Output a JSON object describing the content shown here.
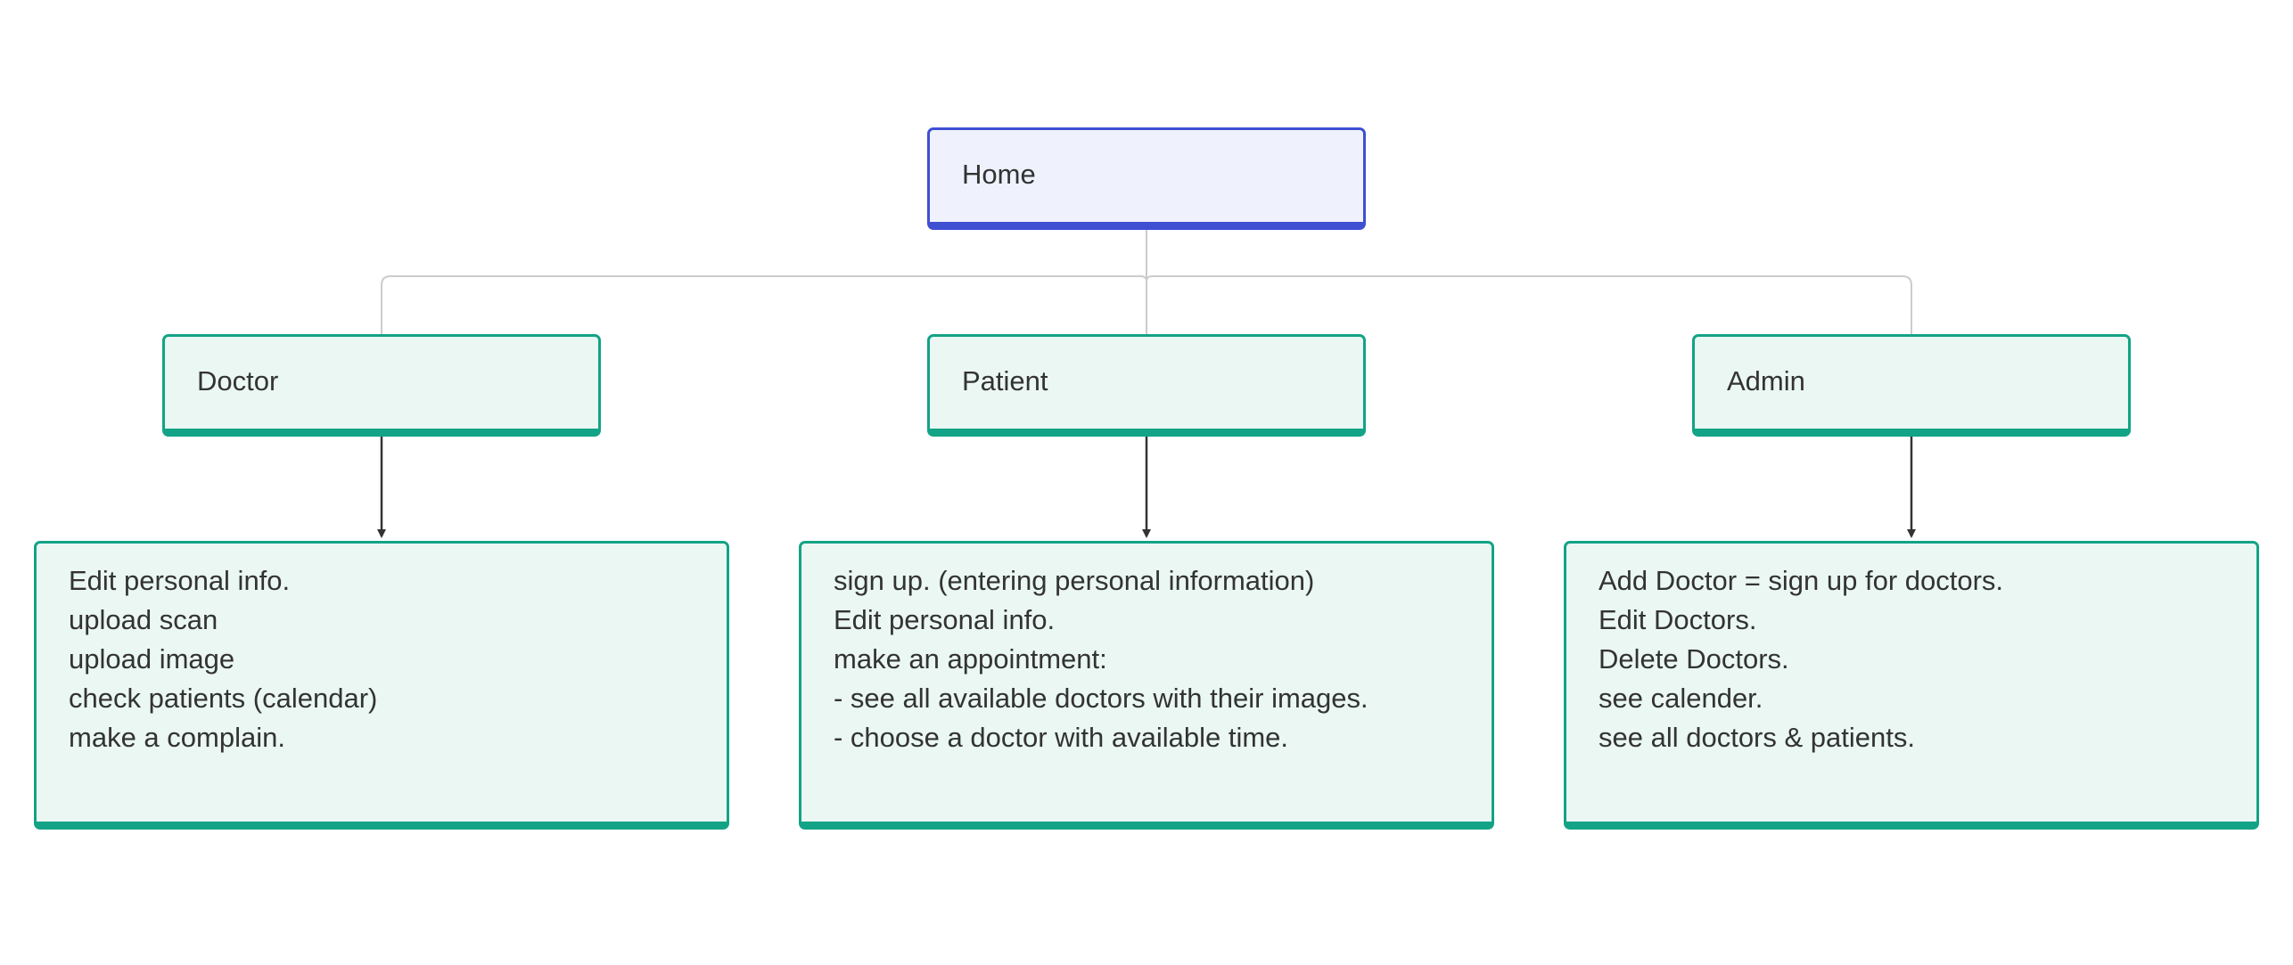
{
  "diagram": {
    "root": {
      "label": "Home"
    },
    "branches": [
      {
        "label": "Doctor",
        "details": [
          "Edit personal info.",
          "upload scan",
          "upload image",
          "check patients (calendar)",
          "make a complain."
        ]
      },
      {
        "label": "Patient",
        "details": [
          "sign up. (entering personal information)",
          "Edit personal info.",
          "make an appointment:",
          "- see all available doctors with their images.",
          "- choose a doctor with available time."
        ]
      },
      {
        "label": "Admin",
        "details": [
          "Add Doctor = sign up for doctors.",
          "Edit Doctors.",
          "Delete Doctors.",
          "see calender.",
          "see all doctors & patients."
        ]
      }
    ],
    "colors": {
      "root_border": "#3f4fd2",
      "root_fill": "#eff2fc",
      "node_border": "#13a386",
      "node_fill": "#eaf7f3",
      "tree_connector": "#cccccc",
      "arrow": "#333333"
    }
  }
}
